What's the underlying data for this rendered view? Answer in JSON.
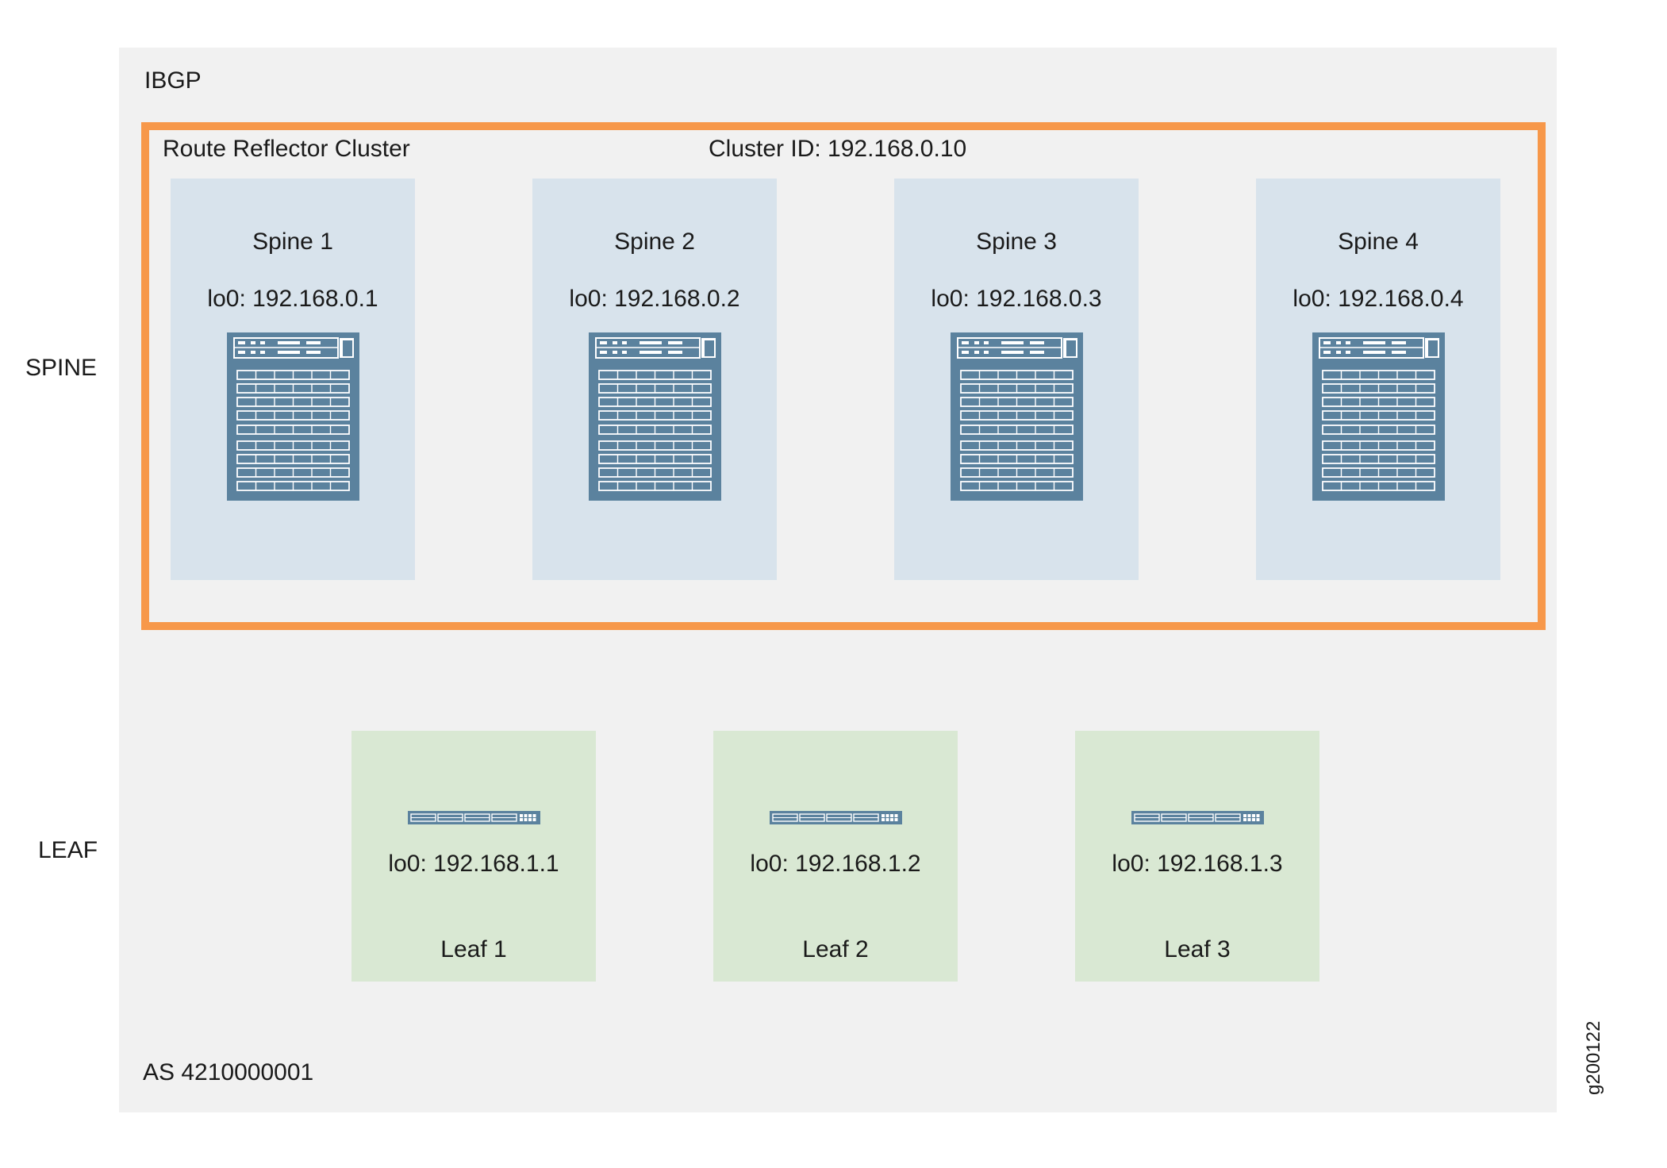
{
  "as_label": "AS 4210000001",
  "ibgp_label": "IBGP",
  "layer_labels": {
    "spine": "SPINE",
    "leaf": "LEAF"
  },
  "cluster": {
    "title": "Route Reflector Cluster",
    "cluster_id": "Cluster ID: 192.168.0.10",
    "border_color": "#f7984a"
  },
  "spines": [
    {
      "name": "Spine 1",
      "loopback": "lo0: 192.168.0.1"
    },
    {
      "name": "Spine 2",
      "loopback": "lo0: 192.168.0.2"
    },
    {
      "name": "Spine 3",
      "loopback": "lo0: 192.168.0.3"
    },
    {
      "name": "Spine 4",
      "loopback": "lo0: 192.168.0.4"
    }
  ],
  "leaves": [
    {
      "name": "Leaf 1",
      "loopback": "lo0: 192.168.1.1"
    },
    {
      "name": "Leaf 2",
      "loopback": "lo0: 192.168.1.2"
    },
    {
      "name": "Leaf 3",
      "loopback": "lo0: 192.168.1.3"
    }
  ],
  "figure_id": "g200122",
  "colors": {
    "panel": "#f1f1f1",
    "spine_box": "#d8e3ec",
    "leaf_box": "#d9e8d3",
    "device": "#5b829e"
  },
  "icons": {
    "spine_device": "chassis-switch-icon",
    "leaf_device": "rack-switch-icon"
  }
}
